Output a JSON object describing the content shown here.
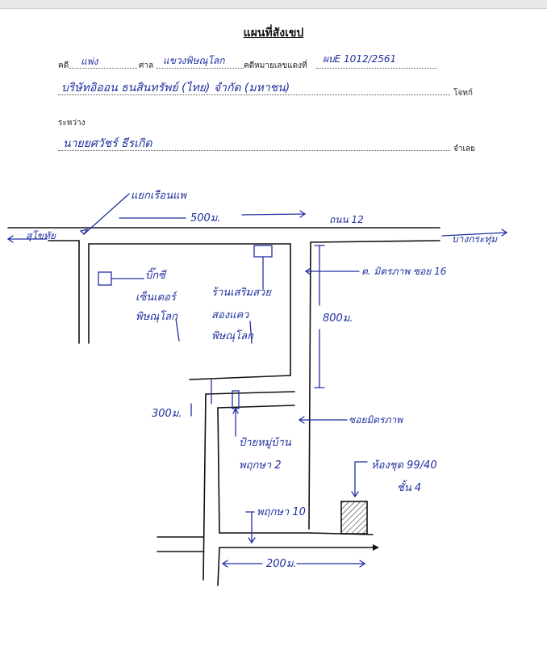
{
  "header": {
    "title": "แผนที่สังเขป",
    "case_label": "คดี",
    "case_type": "แพ่ง",
    "court_label": "ศาล",
    "court_name": "แขวงพิษณุโลก",
    "case_no_label": "คดีหมายเลขแดงที่",
    "case_no": "ผบE 1012/2561",
    "plaintiff": "บริษัทอิออน ธนสินทรัพย์ (ไทย) จำกัด (มหาชน)",
    "plaintiff_label": "โจทก์",
    "between_label": "ระหว่าง",
    "defendant": "นายยศวัชร์ ธีรเกิด",
    "defendant_label": "จำเลย"
  },
  "map": {
    "junction": "แยกเรือนแพ",
    "dist_500": "500ม.",
    "road_12": "ถนน 12",
    "sukhumvit": "สุโขทัย",
    "bangkrathum": "บางกระทุ่ม",
    "bigc_line1": "บิ๊กซี",
    "bigc_line2": "เซ็นเตอร์",
    "bigc_line3": "พิษณุโลก",
    "store_line1": "ร้านเสริมสวย",
    "store_line2": "สองแคว",
    "store_line3": "พิษณุโลก",
    "soi_16": "ต. มิตรภาพ ซอย 16",
    "dist_800": "800ม.",
    "dist_300": "300ม.",
    "soi_mitraphap": "ซอยมิตรภาพ",
    "village_sign_line1": "ป้ายหมู่บ้าน",
    "village_sign_line2": "พฤกษา 2",
    "room_line1": "ห้องชุด 99/40",
    "room_line2": "ชั้น 4",
    "pruksa_10": "พฤกษา 10",
    "dist_200": "200ม."
  }
}
